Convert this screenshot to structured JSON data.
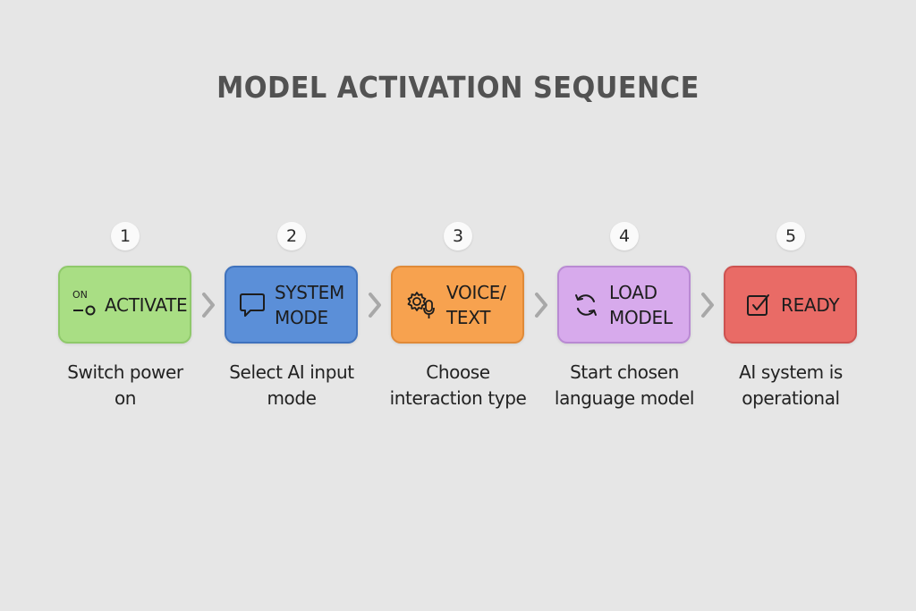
{
  "title": "MODEL ACTIVATION SEQUENCE",
  "steps": [
    {
      "number": "1",
      "label_line1": "ACTIVATE",
      "label_line2": "",
      "icon": "power-switch-icon",
      "icon_text": "ON",
      "description_line1": "Switch power",
      "description_line2": "on",
      "color": "#a9de84"
    },
    {
      "number": "2",
      "label_line1": "SYSTEM",
      "label_line2": "MODE",
      "icon": "chat-bubble-icon",
      "description_line1": "Select AI input",
      "description_line2": "mode",
      "color": "#5b8fd8"
    },
    {
      "number": "3",
      "label_line1": "VOICE/",
      "label_line2": "TEXT",
      "icon": "gear-microphone-icon",
      "description_line1": "Choose",
      "description_line2": "interaction type",
      "color": "#f7a24f"
    },
    {
      "number": "4",
      "label_line1": "LOAD",
      "label_line2": "MODEL",
      "icon": "refresh-icon",
      "description_line1": "Start chosen",
      "description_line2": "language model",
      "color": "#d7aaec"
    },
    {
      "number": "5",
      "label_line1": "READY",
      "label_line2": "",
      "icon": "checkbox-icon",
      "description_line1": "AI system is",
      "description_line2": "operational",
      "color": "#e96b66"
    }
  ],
  "connector_icon": "chevron-right-icon"
}
